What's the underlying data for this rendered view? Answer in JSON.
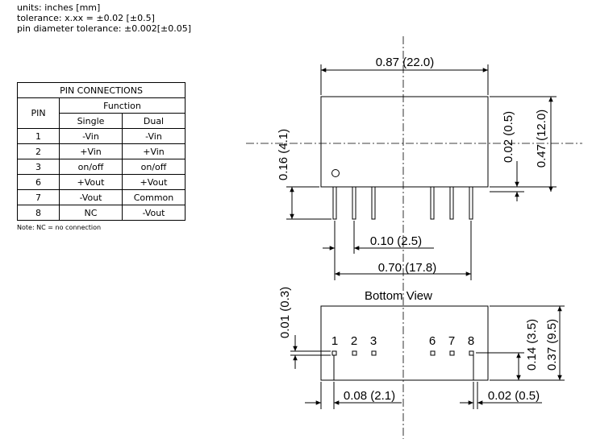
{
  "notes": {
    "units": "units: inches [mm]",
    "tolerance": "tolerance: x.xx = ±0.02 [±0.5]",
    "pin_tolerance": "pin diameter tolerance: ±0.002[±0.05]"
  },
  "table": {
    "title": "PIN CONNECTIONS",
    "col_pin": "PIN",
    "col_function": "Function",
    "col_single": "Single",
    "col_dual": "Dual",
    "rows": [
      {
        "pin": "1",
        "single": "-Vin",
        "dual": "-Vin"
      },
      {
        "pin": "2",
        "single": "+Vin",
        "dual": "+Vin"
      },
      {
        "pin": "3",
        "single": "on/off",
        "dual": "on/off"
      },
      {
        "pin": "6",
        "single": "+Vout",
        "dual": "+Vout"
      },
      {
        "pin": "7",
        "single": "-Vout",
        "dual": "Common"
      },
      {
        "pin": "8",
        "single": "NC",
        "dual": "-Vout"
      }
    ],
    "note": "Note:  NC = no connection"
  },
  "side_view": {
    "width_dim": "0.87 (22.0)",
    "pin_offset_dim": "0.02 (0.5)",
    "height_dim": "0.47 (12.0)",
    "pin_length_dim": "0.16 (4.1)",
    "pin_pitch_dim": "0.10 (2.5)",
    "pin_span_dim": "0.70 (17.8)"
  },
  "bottom_view": {
    "title": "Bottom  View",
    "pin_labels": [
      "1",
      "2",
      "3",
      "6",
      "7",
      "8"
    ],
    "top_margin_dim": "0.01 (0.3)",
    "pin_row_dim": "0.14 (3.5)",
    "depth_dim": "0.37 (9.5)",
    "edge_pin_dim": "0.08 (2.1)",
    "pin_edge_dim": "0.02 (0.5)"
  }
}
